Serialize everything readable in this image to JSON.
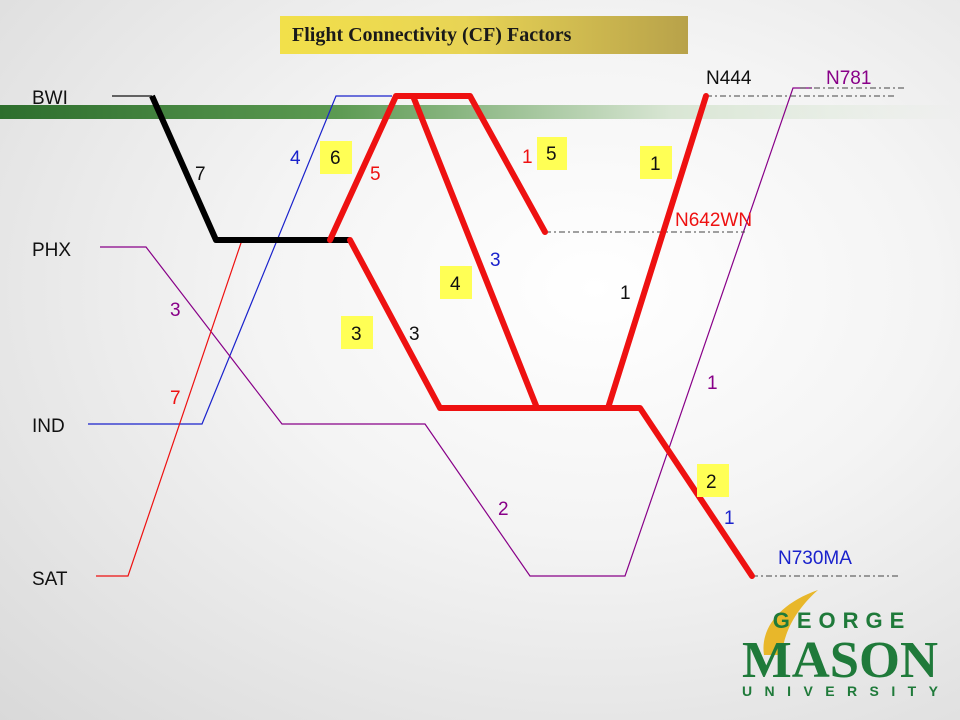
{
  "title": "Flight Connectivity (CF) Factors",
  "airports": {
    "bwi": "BWI",
    "phx": "PHX",
    "ind": "IND",
    "sat": "SAT"
  },
  "aircraft": {
    "n444": "N444",
    "n781": "N781",
    "n642wn": "N642WN",
    "n730ma": "N730MA"
  },
  "numbers": {
    "black_7": "7",
    "blue_4": "4",
    "box_6": "6",
    "red_5": "5",
    "red_1": "1",
    "box_5": "5",
    "box_1_top": "1",
    "purple_3": "3",
    "red_7": "7",
    "box_3": "3",
    "black_3": "3",
    "box_4": "4",
    "blue_3": "3",
    "black_1": "1",
    "purple_1": "1",
    "purple_2": "2",
    "box_2": "2",
    "blue_1": "1"
  },
  "logo": {
    "top": "GEORGE",
    "main": "MASON",
    "bottom": "UNIVERSITY"
  },
  "colors": {
    "red": "#ee1111",
    "black": "#000000",
    "blue": "#1a22cc",
    "purple": "#880088",
    "logo_green": "#1f7a3a",
    "logo_gold": "#e8b72a"
  }
}
